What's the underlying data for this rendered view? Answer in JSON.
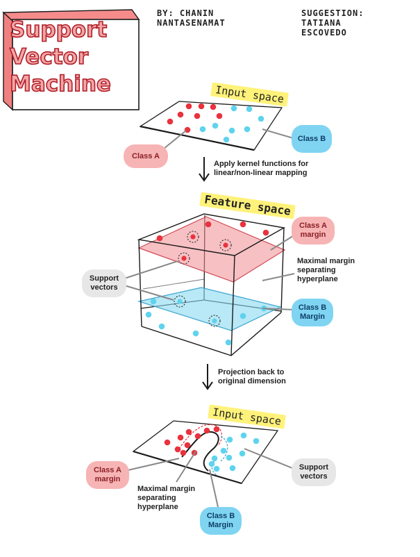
{
  "title": {
    "lines": [
      "Support",
      "Vector",
      "Machine"
    ]
  },
  "credits": {
    "author": "BY: CHANIN\n     NANTASENAMAT",
    "suggestion": "SUGGESTION:\n  TATIANA\n  ESCOVEDO"
  },
  "sections": {
    "input_top": "Input space",
    "feature": "Feature space",
    "input_bottom": "Input space"
  },
  "steps": {
    "kernel": "Apply kernel functions for\nlinear/non-linear mapping",
    "projection": "Projection back to\noriginal dimension"
  },
  "labels": {
    "top_class_a": "Class A",
    "top_class_b": "Class B",
    "feature_class_a_margin": "Class A\nmargin",
    "feature_hyperplane": "Maximal margin\nseparating\nhyperplane",
    "feature_support_vectors": "Support\nvectors",
    "feature_class_b_margin": "Class B\nMargin",
    "bottom_class_a_margin": "Class A\nmargin",
    "bottom_hyperplane": "Maximal margin\nseparating\nhyperplane",
    "bottom_class_b_margin": "Class B\nMargin",
    "bottom_support_vectors": "Support\nvectors"
  },
  "colors": {
    "class_a": "#e8323d",
    "class_b": "#5fd3ee",
    "red_label": "#f7b4b4",
    "blue_label": "#7fd4f2",
    "highlight": "#fff27a",
    "title_fill": "#f3a6a6",
    "title_stroke": "#b01e28"
  },
  "icons": [
    "down-arrow-icon",
    "down-arrow-icon"
  ]
}
